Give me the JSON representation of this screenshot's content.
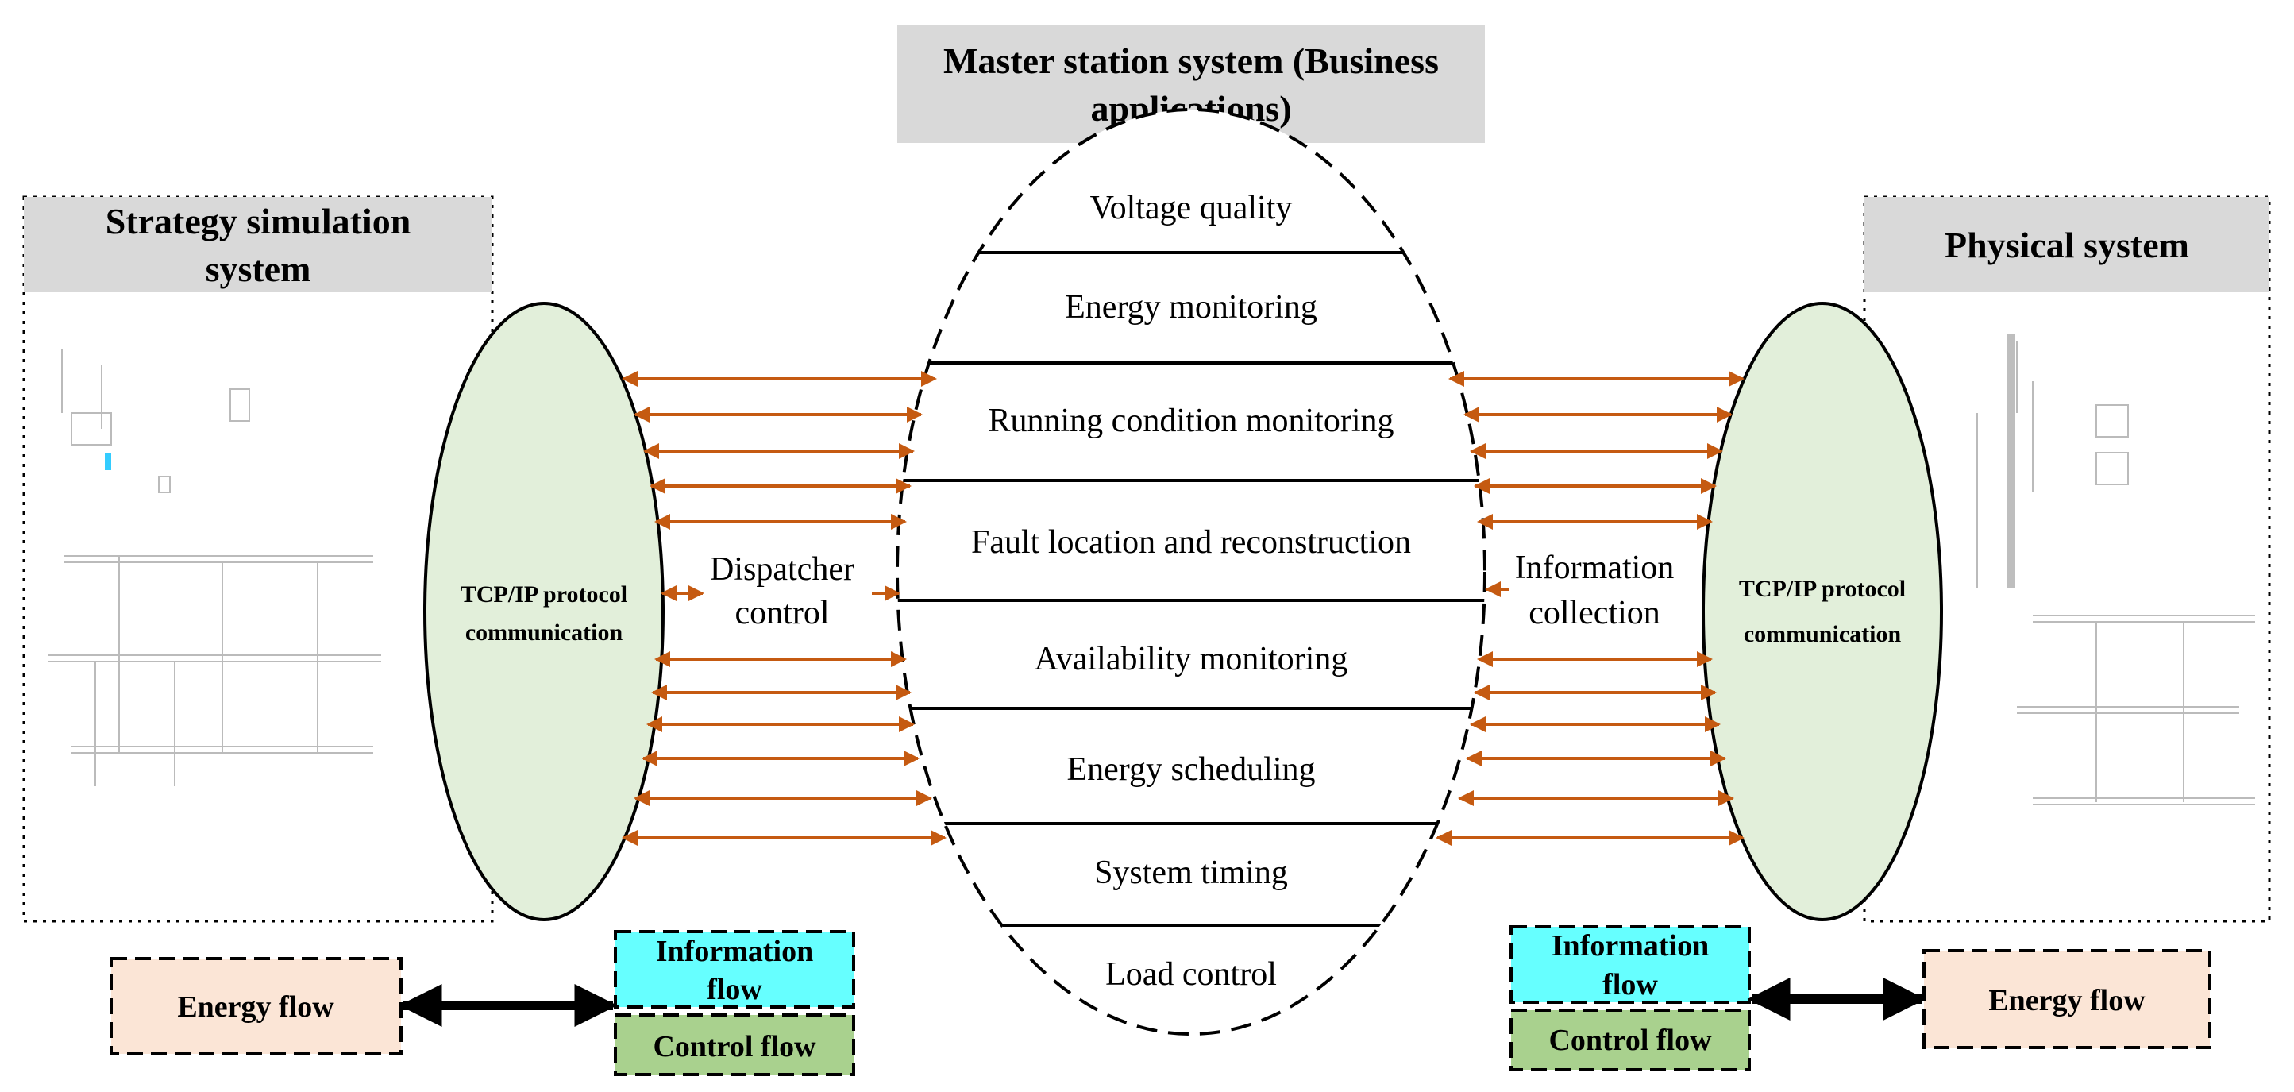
{
  "colors": {
    "arrow": "#c55a11",
    "header_bg": "#d9d9d9",
    "tcp_fill": "#e2efda",
    "energy_fill": "#fbe5d6",
    "info_fill": "#66ffff",
    "control_fill": "#a9d18e"
  },
  "master": {
    "title_lines": [
      "Master station system (Business",
      "applications)"
    ],
    "sections": [
      "Voltage quality",
      "Energy monitoring",
      "Running condition monitoring",
      "Fault location and reconstruction",
      "Availability monitoring",
      "Energy scheduling",
      "System timing",
      "Load control"
    ]
  },
  "left": {
    "title_lines": [
      "Strategy simulation",
      "system"
    ],
    "tcp_lines": [
      "TCP/IP protocol",
      "communication"
    ],
    "link_lines": [
      "Dispatcher",
      "control"
    ]
  },
  "right": {
    "title_lines": [
      "Physical system"
    ],
    "tcp_lines": [
      "TCP/IP protocol",
      "communication"
    ],
    "link_lines": [
      "Information",
      "collection"
    ]
  },
  "legend_left": {
    "energy": "Energy flow",
    "info_lines": [
      "Information",
      "flow"
    ],
    "control": "Control flow"
  },
  "legend_right": {
    "energy": "Energy flow",
    "info_lines": [
      "Information",
      "flow"
    ],
    "control": "Control flow"
  }
}
